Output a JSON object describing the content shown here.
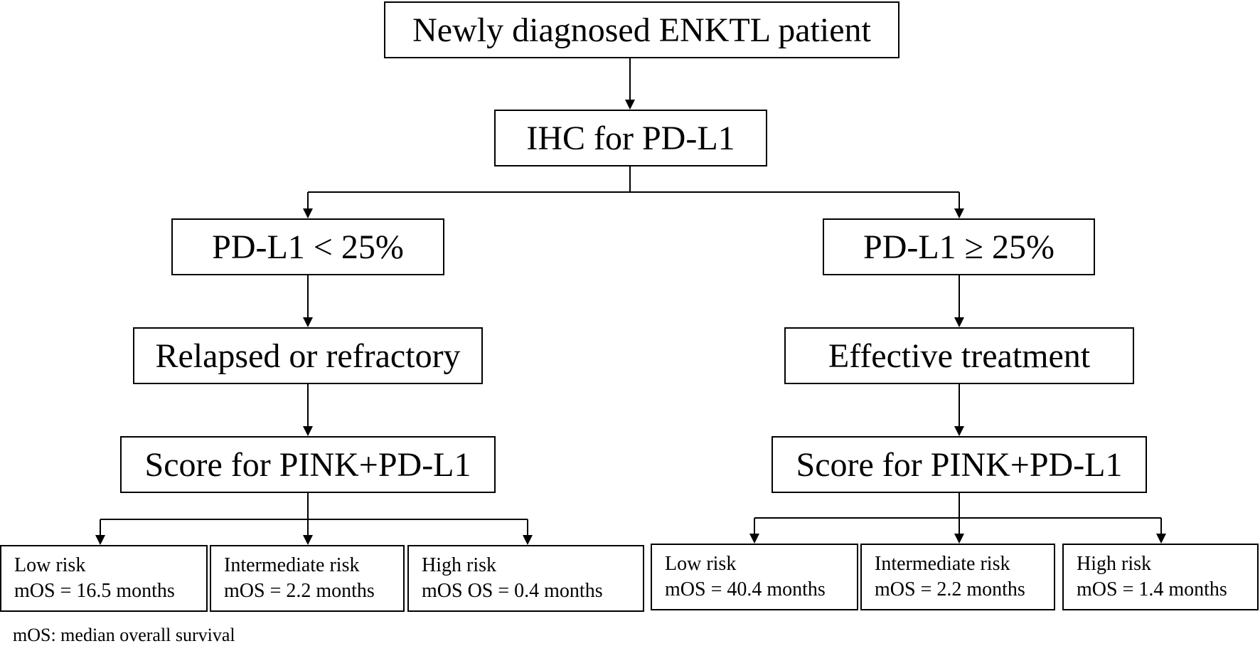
{
  "colors": {
    "stroke": "#000000",
    "background": "#ffffff"
  },
  "nodes": {
    "root": "Newly diagnosed ENKTL patient",
    "ihc": "IHC for PD-L1",
    "low_pdl1": "PD-L1 < 25%",
    "high_pdl1": "PD-L1 ≥ 25%",
    "relapsed": "Relapsed or refractory",
    "effective": "Effective treatment",
    "score_left": "Score for PINK+PD-L1",
    "score_right": "Score for PINK+PD-L1"
  },
  "outcomes_left": [
    {
      "risk": "Low risk",
      "mos": "mOS = 16.5 months"
    },
    {
      "risk": "Intermediate risk",
      "mos": "mOS = 2.2 months"
    },
    {
      "risk": "High risk",
      "mos": "mOS OS = 0.4 months"
    }
  ],
  "outcomes_right": [
    {
      "risk": "Low risk",
      "mos": "mOS = 40.4 months"
    },
    {
      "risk": "Intermediate risk",
      "mos": "mOS = 2.2 months"
    },
    {
      "risk": "High risk",
      "mos": "mOS = 1.4 months"
    }
  ],
  "footnote": "mOS: median overall survival"
}
